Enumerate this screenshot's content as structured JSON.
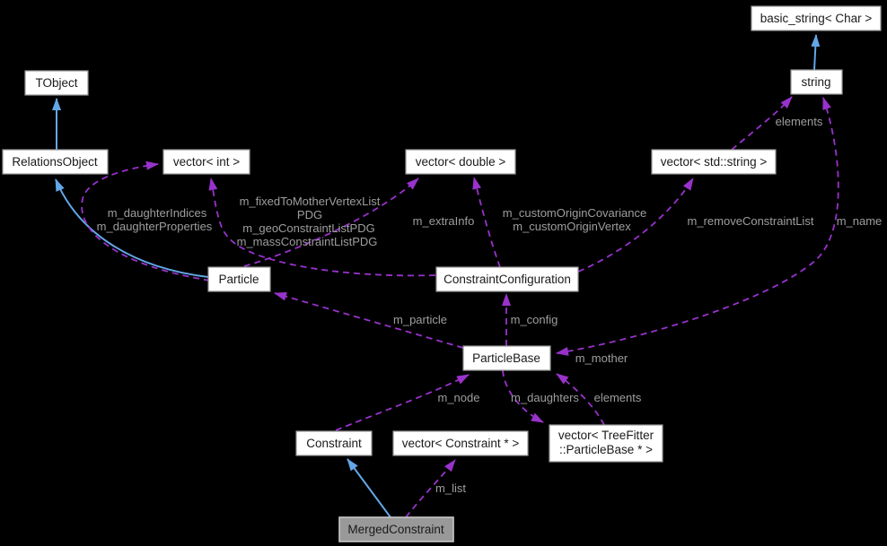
{
  "diagram": {
    "type": "collaboration-graph",
    "nodes": {
      "basic_string": {
        "label": "basic_string< Char >"
      },
      "tobject": {
        "label": "TObject"
      },
      "string": {
        "label": "string"
      },
      "relations_object": {
        "label": "RelationsObject"
      },
      "vector_int": {
        "label": "vector< int >"
      },
      "vector_double": {
        "label": "vector< double >"
      },
      "vector_std_string": {
        "label": "vector< std::string >"
      },
      "particle": {
        "label": "Particle"
      },
      "constraint_configuration": {
        "label": "ConstraintConfiguration"
      },
      "particle_base": {
        "label": "ParticleBase"
      },
      "constraint": {
        "label": "Constraint"
      },
      "vector_constraint_ptr": {
        "label": "vector< Constraint * >"
      },
      "vector_treefitter_particlebase": {
        "line1": "vector< TreeFitter",
        "line2": "::ParticleBase * >"
      },
      "merged_constraint": {
        "label": "MergedConstraint"
      }
    },
    "edge_labels": {
      "elements_top": "elements",
      "daughter_line1": "m_daughterIndices",
      "daughter_line2": "m_daughterProperties",
      "fixed_line1": "m_fixedToMotherVertexList",
      "fixed_line2": "PDG",
      "fixed_line3": "m_geoConstraintListPDG",
      "fixed_line4": "m_massConstraintListPDG",
      "extra_info": "m_extraInfo",
      "custom_origin_line1": "m_customOriginCovariance",
      "custom_origin_line2": "m_customOriginVertex",
      "remove_constraint_list": "m_removeConstraintList",
      "name": "m_name",
      "particle": "m_particle",
      "config": "m_config",
      "mother": "m_mother",
      "node": "m_node",
      "daughters": "m_daughters",
      "elements_bottom": "elements",
      "list": "m_list"
    },
    "colors": {
      "background": "#000000",
      "node_fill": "#ffffff",
      "node_border": "#969696",
      "node_text": "#1a1a1a",
      "highlight_fill": "#999999",
      "highlight_border": "#c8c8c8",
      "inheritance": "#63a7e8",
      "usage": "#9932cc",
      "edge_label": "#9e9e9e"
    }
  }
}
